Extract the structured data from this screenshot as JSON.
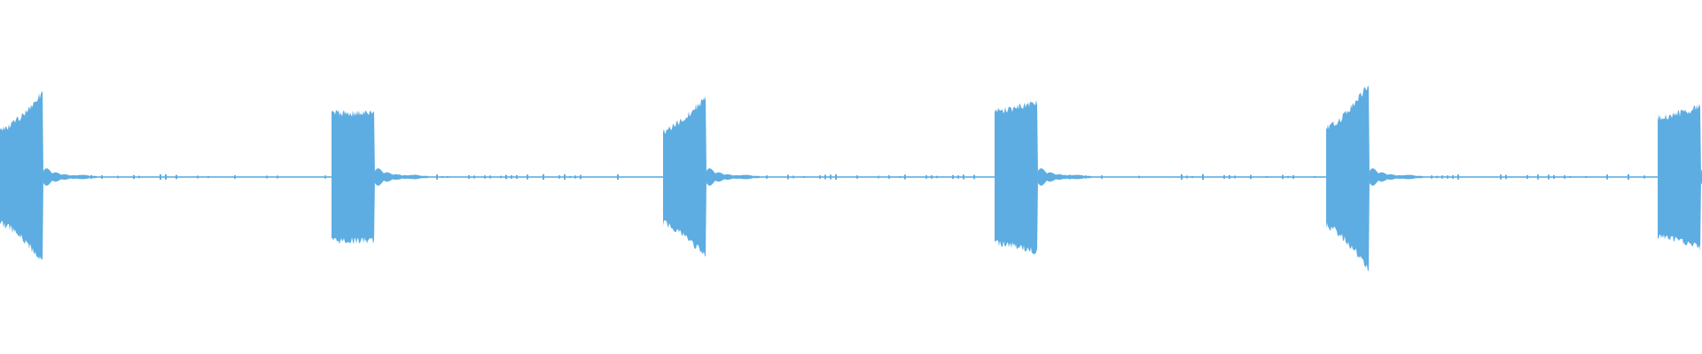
{
  "waveform": {
    "color": "#5dade2",
    "background": "#ffffff",
    "burst_count": 6,
    "burst_envelopes": [
      {
        "attack_level": 0.52,
        "peak_level": 0.96,
        "shape": "rising"
      },
      {
        "attack_level": 0.72,
        "peak_level": 0.72,
        "shape": "flat"
      },
      {
        "attack_level": 0.52,
        "peak_level": 0.9,
        "shape": "rising"
      },
      {
        "attack_level": 0.74,
        "peak_level": 0.85,
        "shape": "rising"
      },
      {
        "attack_level": 0.55,
        "peak_level": 1.05,
        "shape": "rising"
      },
      {
        "attack_level": 0.67,
        "peak_level": 0.8,
        "shape": "rising"
      }
    ]
  }
}
